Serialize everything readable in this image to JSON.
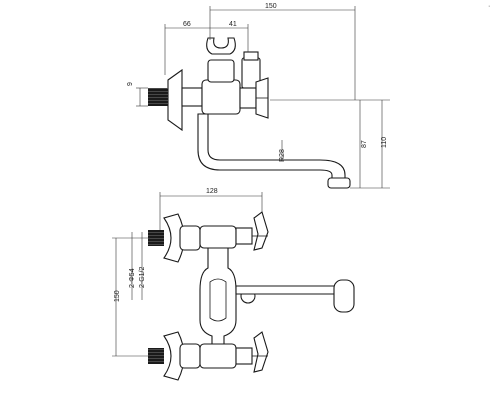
{
  "top_view": {
    "dim_total_width": "150",
    "dim_left_offset": "66",
    "dim_inner_offset": "41",
    "dim_inlet_height": "9",
    "dim_spout_radius": "R28",
    "dim_spout_drop": "87",
    "dim_total_height": "110"
  },
  "front_view": {
    "dim_width": "128",
    "dim_thread_outer": "2-Φ54",
    "dim_thread_inner": "2-G1/2",
    "dim_center_distance": "150"
  },
  "corner_mark": "·"
}
